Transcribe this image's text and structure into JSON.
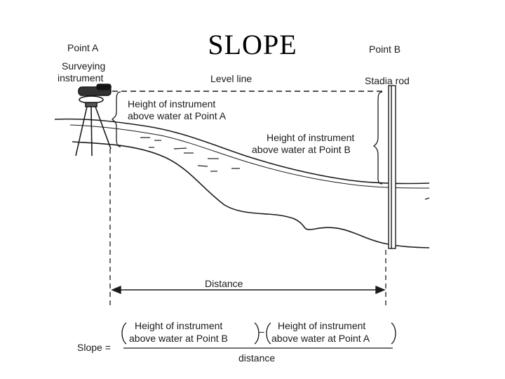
{
  "title": "SLOPE",
  "labels": {
    "point_a": "Point A",
    "point_b": "Point B",
    "surveying_instrument_line1": "Surveying",
    "surveying_instrument_line2": "instrument",
    "level_line": "Level line",
    "stadia_rod": "Stadia rod",
    "height_a_line1": "Height of instrument",
    "height_a_line2": "above water at Point A",
    "height_b_line1": "Height of instrument",
    "height_b_line2": "above water at Point B",
    "distance": "Distance"
  },
  "formula": {
    "prefix": "Slope =",
    "open_paren": "(",
    "close_paren": ")",
    "minus": "–",
    "term1_line1": "Height of instrument",
    "term1_line2": "above water at Point B",
    "term2_line1": "Height of instrument",
    "term2_line2": "above water at Point A",
    "denominator": "distance"
  },
  "colors": {
    "ink": "#1a1a1a",
    "background": "#ffffff"
  }
}
